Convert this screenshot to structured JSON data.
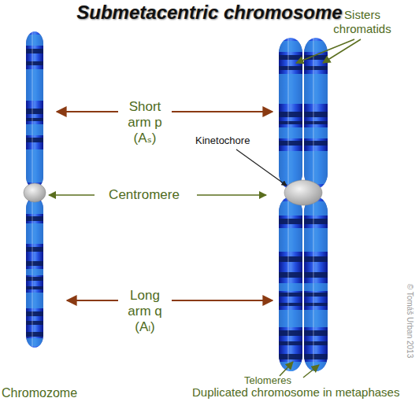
{
  "diagram": {
    "title": "Submetacentric chromosome",
    "labels": [
      "Sisters chromatids",
      "Short arm p (Aₛ)",
      "Kinetochore",
      "Centromere",
      "Long arm q (Aₗ)",
      "Telomeres",
      "© Tomáš Urban 2013",
      "Chromozome",
      "Duplicated chromosome in metaphases"
    ]
  }
}
